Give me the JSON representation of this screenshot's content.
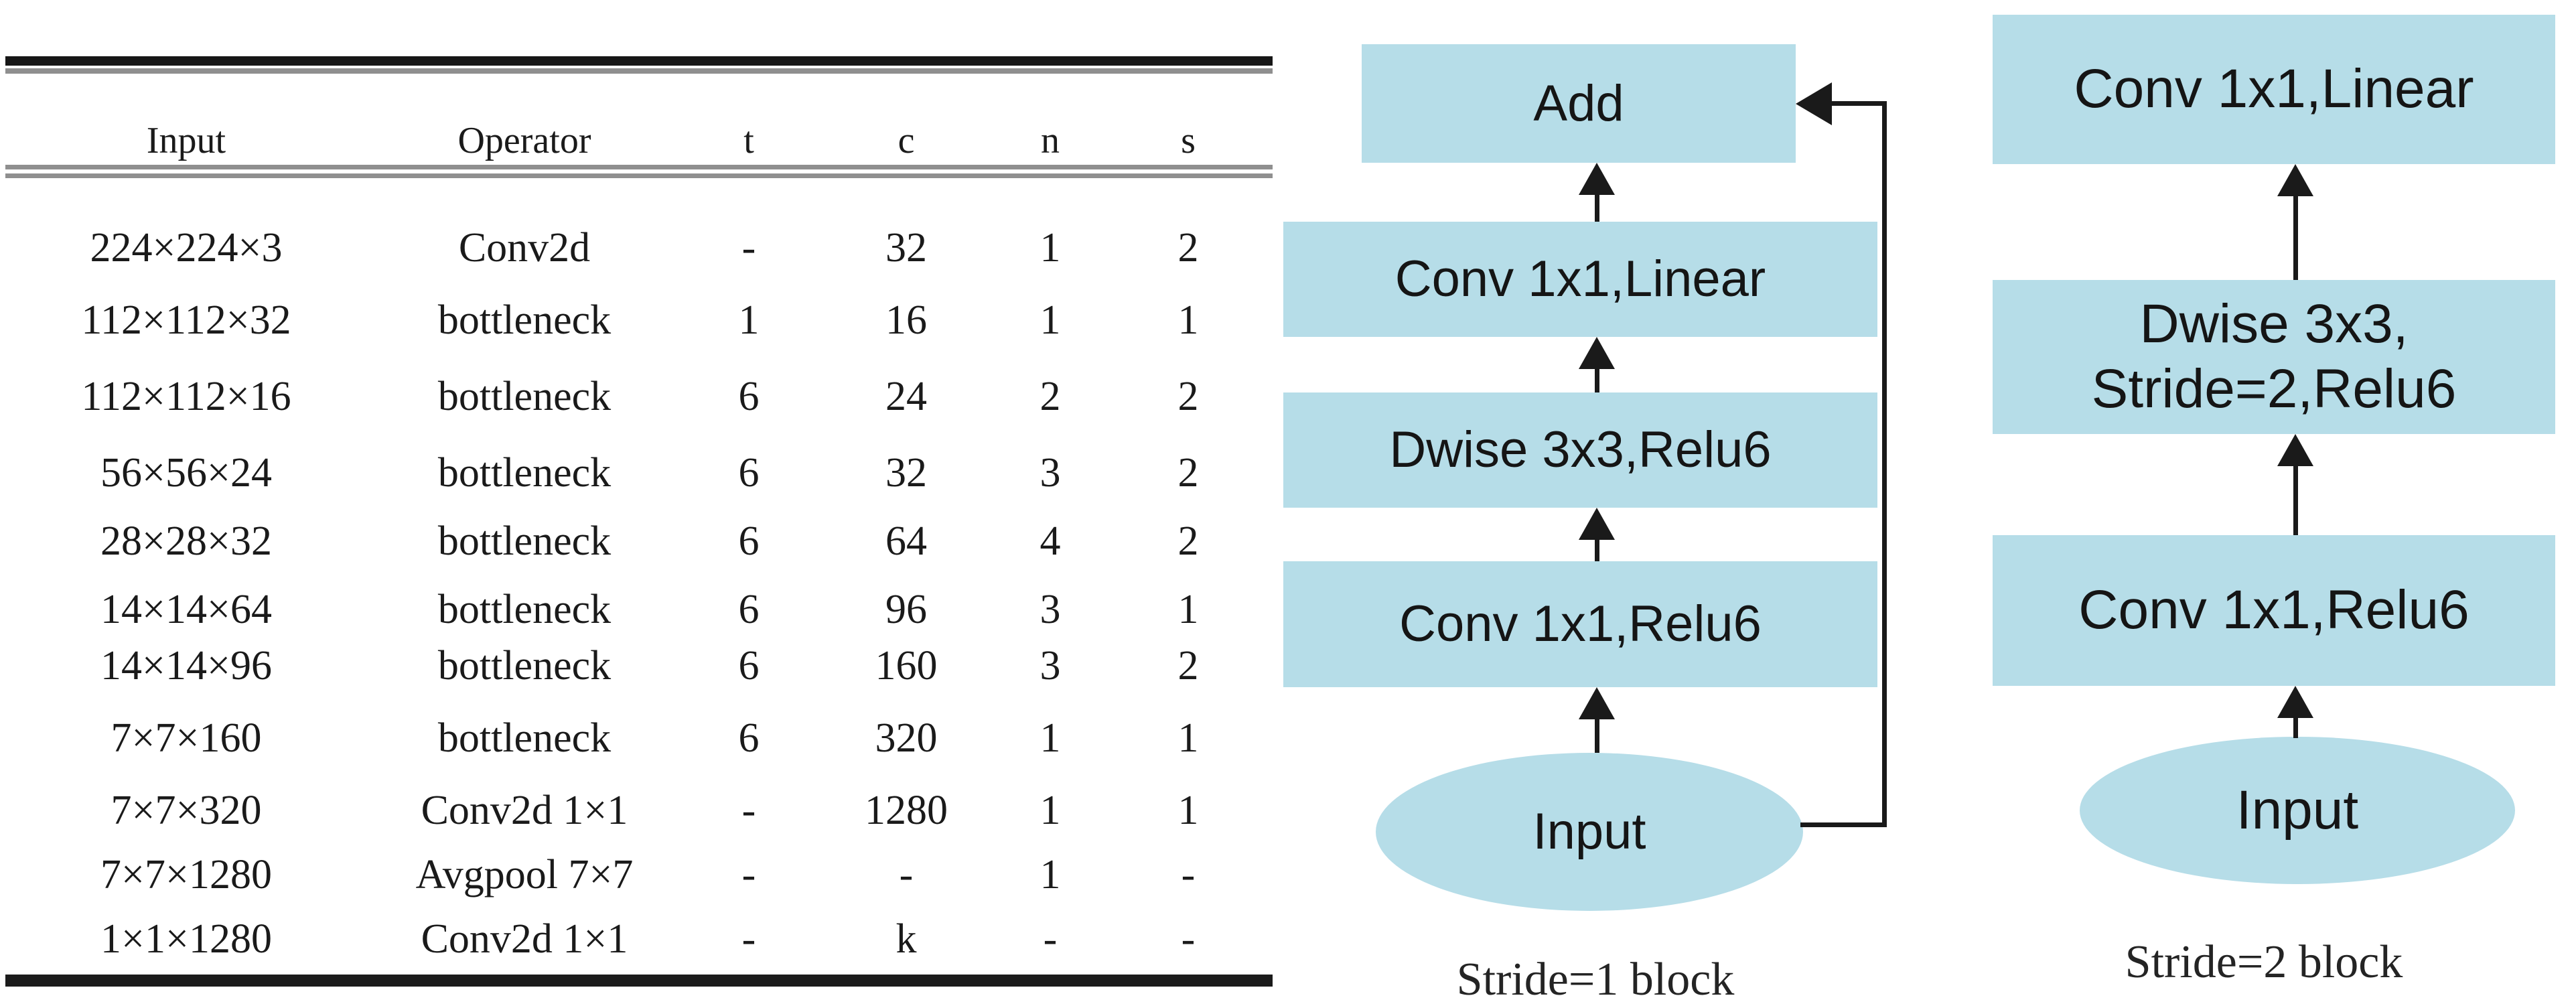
{
  "table": {
    "headers": [
      "Input",
      "Operator",
      "t",
      "c",
      "n",
      "s"
    ],
    "rows": [
      [
        "224×224×3",
        "Conv2d",
        "-",
        "32",
        "1",
        "2"
      ],
      [
        "112×112×32",
        "bottleneck",
        "1",
        "16",
        "1",
        "1"
      ],
      [
        "112×112×16",
        "bottleneck",
        "6",
        "24",
        "2",
        "2"
      ],
      [
        "56×56×24",
        "bottleneck",
        "6",
        "32",
        "3",
        "2"
      ],
      [
        "28×28×32",
        "bottleneck",
        "6",
        "64",
        "4",
        "2"
      ],
      [
        "14×14×64",
        "bottleneck",
        "6",
        "96",
        "3",
        "1"
      ],
      [
        "14×14×96",
        "bottleneck",
        "6",
        "160",
        "3",
        "2"
      ],
      [
        "7×7×160",
        "bottleneck",
        "6",
        "320",
        "1",
        "1"
      ],
      [
        "7×7×320",
        "Conv2d 1×1",
        "-",
        "1280",
        "1",
        "1"
      ],
      [
        "7×7×1280",
        "Avgpool 7×7",
        "-",
        "-",
        "1",
        "-"
      ],
      [
        "1×1×1280",
        "Conv2d 1×1",
        "-",
        "k",
        "-",
        "-"
      ]
    ]
  },
  "diagrams": {
    "stride1": {
      "caption": "Stride=1 block",
      "add_label": "Add",
      "boxes": [
        "Conv 1x1,Linear",
        "Dwise 3x3,Relu6",
        "Conv 1x1,Relu6"
      ],
      "input_label": "Input"
    },
    "stride2": {
      "caption": "Stride=2 block",
      "boxes": [
        "Conv 1x1,Linear",
        [
          "Dwise 3x3,",
          "Stride=2,Relu6"
        ],
        "Conv 1x1,Relu6"
      ],
      "input_label": "Input"
    }
  },
  "colors": {
    "box_fill": "#b6dde8",
    "line": "#1a1a1a",
    "rule_black": "#161616",
    "rule_gray": "#8f8f8f"
  }
}
